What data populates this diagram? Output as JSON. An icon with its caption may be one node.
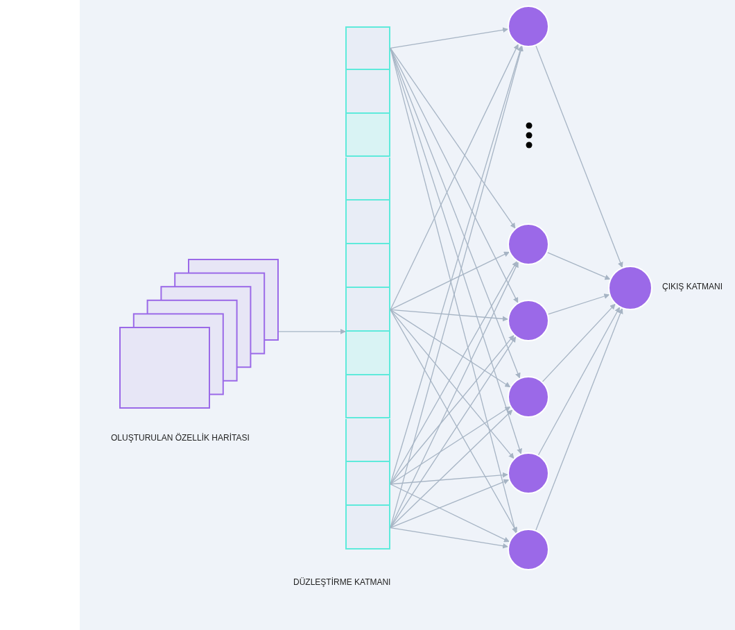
{
  "diagram": {
    "nodes": [
      {
        "text": [],
        "shape": "stack"
      },
      {
        "text": [],
        "shape": "bar"
      },
      {
        "text": [],
        "shape": "box",
        "in": 1
      },
      {
        "text": [],
        "shape": "box",
        "in": 1
      },
      {
        "text": [],
        "shape": "box",
        "in": 1
      },
      {
        "text": [],
        "shape": "box",
        "in": 1
      },
      {
        "text": [],
        "shape": "box",
        "in": 1
      },
      {
        "text": [],
        "shape": "box",
        "in": 1
      },
      {
        "text": [],
        "shape": "box",
        "in": 1
      },
      {
        "text": [],
        "shape": "box",
        "in": 1
      },
      {
        "text": [],
        "shape": "box",
        "in": 1
      },
      {
        "text": [],
        "shape": "box",
        "in": 1
      },
      {
        "text": [],
        "shape": "box",
        "in": 1
      },
      {
        "text": [],
        "shape": "box",
        "in": 1
      },
      {
        "text": [],
        "shape": "circle"
      },
      {
        "text": [],
        "shape": "circle"
      },
      {
        "text": [],
        "shape": "circle"
      },
      {
        "text": [],
        "shape": "circle"
      },
      {
        "text": [],
        "shape": "circle"
      },
      {
        "text": [],
        "shape": "circle"
      },
      {
        "text": [],
        "shape": "circle",
        "beside": [
          "ÇIKIŞ KATMANI"
        ]
      }
    ],
    "edges": [
      {
        "from": 0,
        "to": 8,
        "arrow": "to"
      },
      {
        "from": 2,
        "to": 14,
        "arrow": "to"
      },
      {
        "from": 2,
        "to": 15,
        "arrow": "to"
      },
      {
        "from": 2,
        "to": 16,
        "arrow": "to"
      },
      {
        "from": 2,
        "to": 17,
        "arrow": "to"
      },
      {
        "from": 2,
        "to": 18,
        "arrow": "to"
      },
      {
        "from": 2,
        "to": 19,
        "arrow": "to"
      },
      {
        "from": 8,
        "to": 14,
        "arrow": "to"
      },
      {
        "from": 8,
        "to": 15,
        "arrow": "to"
      },
      {
        "from": 8,
        "to": 16,
        "arrow": "to"
      },
      {
        "from": 8,
        "to": 17,
        "arrow": "to"
      },
      {
        "from": 8,
        "to": 18,
        "arrow": "to"
      },
      {
        "from": 8,
        "to": 19,
        "arrow": "to"
      },
      {
        "from": 12,
        "to": 14,
        "arrow": "to"
      },
      {
        "from": 12,
        "to": 15,
        "arrow": "to"
      },
      {
        "from": 12,
        "to": 16,
        "arrow": "to"
      },
      {
        "from": 12,
        "to": 17,
        "arrow": "to"
      },
      {
        "from": 12,
        "to": 18,
        "arrow": "to"
      },
      {
        "from": 12,
        "to": 19,
        "arrow": "to"
      },
      {
        "from": 13,
        "to": 14,
        "arrow": "to"
      },
      {
        "from": 13,
        "to": 15,
        "arrow": "to"
      },
      {
        "from": 13,
        "to": 16,
        "arrow": "to"
      },
      {
        "from": 13,
        "to": 17,
        "arrow": "to"
      },
      {
        "from": 13,
        "to": 18,
        "arrow": "to"
      },
      {
        "from": 13,
        "to": 19,
        "arrow": "to"
      },
      {
        "from": 14,
        "to": 20,
        "arrow": "to"
      },
      {
        "from": 15,
        "to": 20,
        "arrow": "to"
      },
      {
        "from": 16,
        "to": 20,
        "arrow": "to"
      },
      {
        "from": 17,
        "to": 20,
        "arrow": "to"
      },
      {
        "from": 18,
        "to": 20,
        "arrow": "to"
      },
      {
        "from": 19,
        "to": 20,
        "arrow": "to"
      }
    ],
    "labels": [
      "OLUŞTURULAN ÖZELLİK HARİTASI",
      "DÜZLEŞTİRME KATMANI"
    ]
  }
}
